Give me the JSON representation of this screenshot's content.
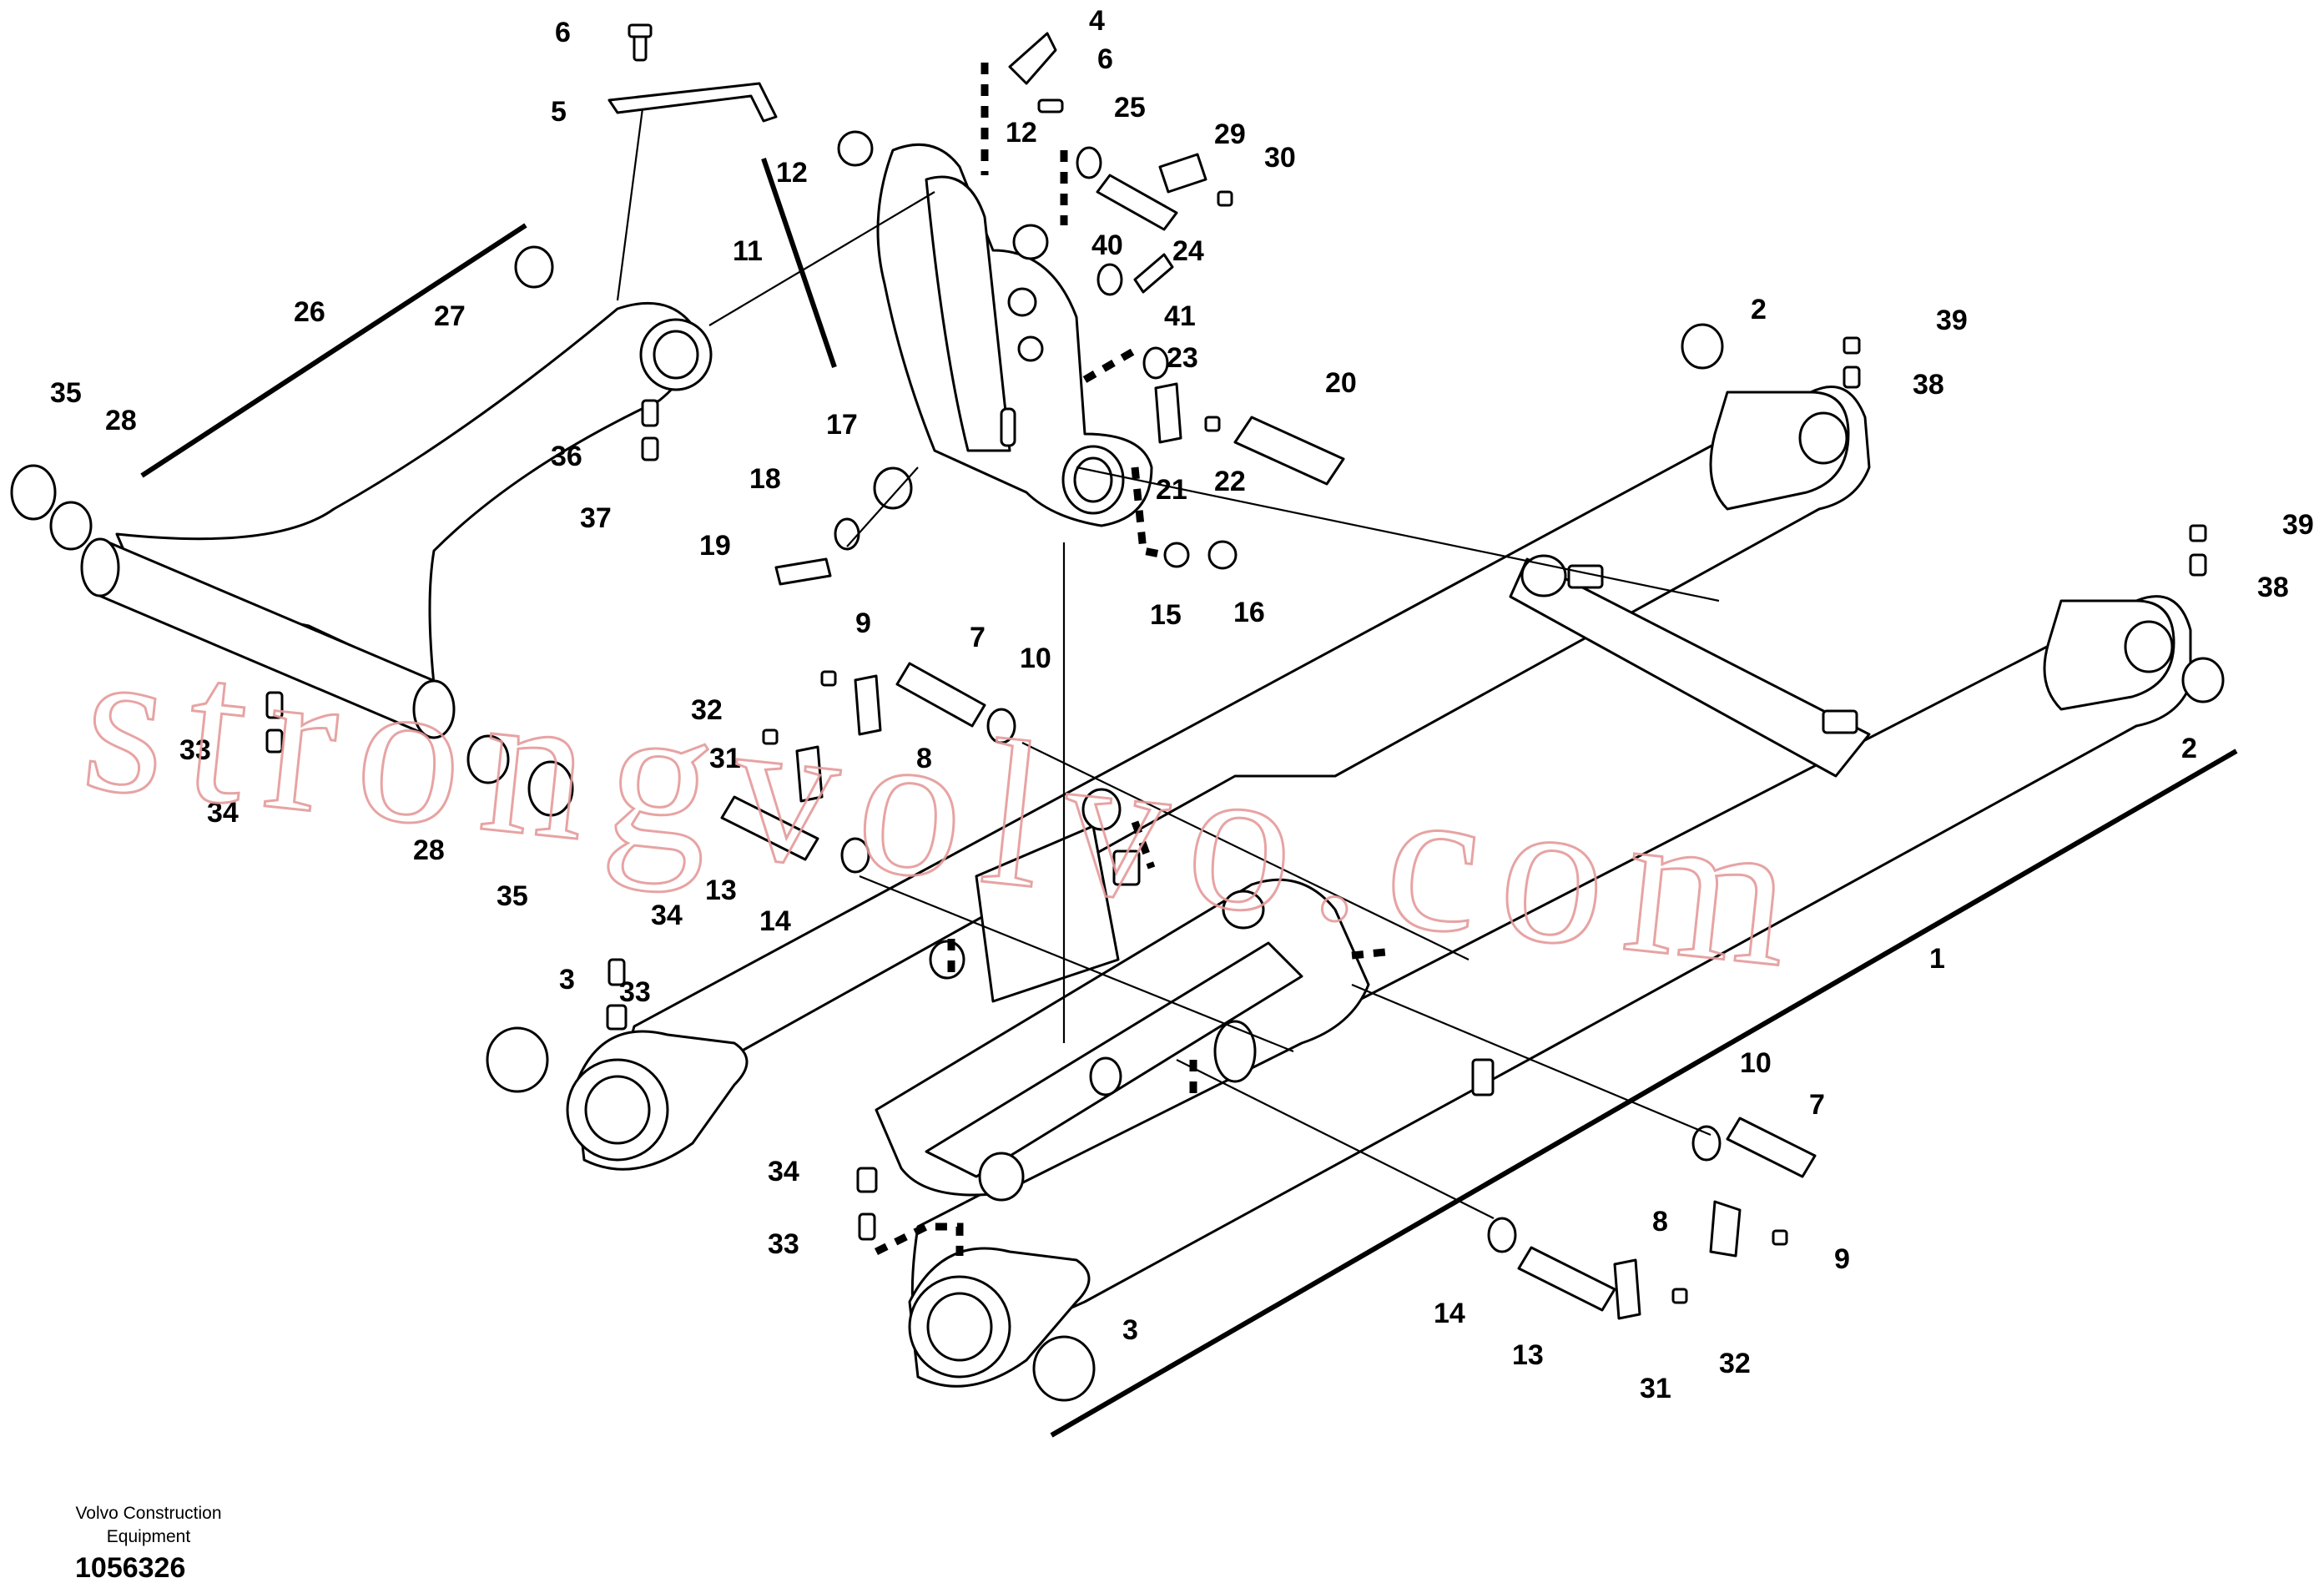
{
  "diagram": {
    "watermark": "strongvolvo.com",
    "footer": {
      "company_line1": "Volvo Construction",
      "company_line2": "Equipment",
      "document_number": "1056326"
    },
    "callouts": [
      {
        "id": "c4",
        "text": "4"
      },
      {
        "id": "c6a",
        "text": "6"
      },
      {
        "id": "c6b",
        "text": "6"
      },
      {
        "id": "c5",
        "text": "5"
      },
      {
        "id": "c12a",
        "text": "12"
      },
      {
        "id": "c12b",
        "text": "12"
      },
      {
        "id": "c25",
        "text": "25"
      },
      {
        "id": "c29",
        "text": "29"
      },
      {
        "id": "c30",
        "text": "30"
      },
      {
        "id": "c24",
        "text": "24"
      },
      {
        "id": "c11",
        "text": "11"
      },
      {
        "id": "c40",
        "text": "40"
      },
      {
        "id": "c41",
        "text": "41"
      },
      {
        "id": "c26",
        "text": "26"
      },
      {
        "id": "c27",
        "text": "27"
      },
      {
        "id": "c23",
        "text": "23"
      },
      {
        "id": "c20",
        "text": "20"
      },
      {
        "id": "c2a",
        "text": "2"
      },
      {
        "id": "c39a",
        "text": "39"
      },
      {
        "id": "c38a",
        "text": "38"
      },
      {
        "id": "c35a",
        "text": "35"
      },
      {
        "id": "c28a",
        "text": "28"
      },
      {
        "id": "c36",
        "text": "36"
      },
      {
        "id": "c17",
        "text": "17"
      },
      {
        "id": "c21",
        "text": "21"
      },
      {
        "id": "c22",
        "text": "22"
      },
      {
        "id": "c37",
        "text": "37"
      },
      {
        "id": "c18",
        "text": "18"
      },
      {
        "id": "c19",
        "text": "19"
      },
      {
        "id": "c15",
        "text": "15"
      },
      {
        "id": "c16",
        "text": "16"
      },
      {
        "id": "c39b",
        "text": "39"
      },
      {
        "id": "c38b",
        "text": "38"
      },
      {
        "id": "c9a",
        "text": "9"
      },
      {
        "id": "c7a",
        "text": "7"
      },
      {
        "id": "c10a",
        "text": "10"
      },
      {
        "id": "c32a",
        "text": "32"
      },
      {
        "id": "c33a",
        "text": "33"
      },
      {
        "id": "c31a",
        "text": "31"
      },
      {
        "id": "c8a",
        "text": "8"
      },
      {
        "id": "c34a",
        "text": "34"
      },
      {
        "id": "c2b",
        "text": "2"
      },
      {
        "id": "c28b",
        "text": "28"
      },
      {
        "id": "c13a",
        "text": "13"
      },
      {
        "id": "c35b",
        "text": "35"
      },
      {
        "id": "c14a",
        "text": "14"
      },
      {
        "id": "c34b",
        "text": "34"
      },
      {
        "id": "c3a",
        "text": "3"
      },
      {
        "id": "c33b",
        "text": "33"
      },
      {
        "id": "c1",
        "text": "1"
      },
      {
        "id": "c10b",
        "text": "10"
      },
      {
        "id": "c7b",
        "text": "7"
      },
      {
        "id": "c34c",
        "text": "34"
      },
      {
        "id": "c8b",
        "text": "8"
      },
      {
        "id": "c9b",
        "text": "9"
      },
      {
        "id": "c33c",
        "text": "33"
      },
      {
        "id": "c14b",
        "text": "14"
      },
      {
        "id": "c13b",
        "text": "13"
      },
      {
        "id": "c32b",
        "text": "32"
      },
      {
        "id": "c3b",
        "text": "3"
      },
      {
        "id": "c31b",
        "text": "31"
      }
    ]
  }
}
